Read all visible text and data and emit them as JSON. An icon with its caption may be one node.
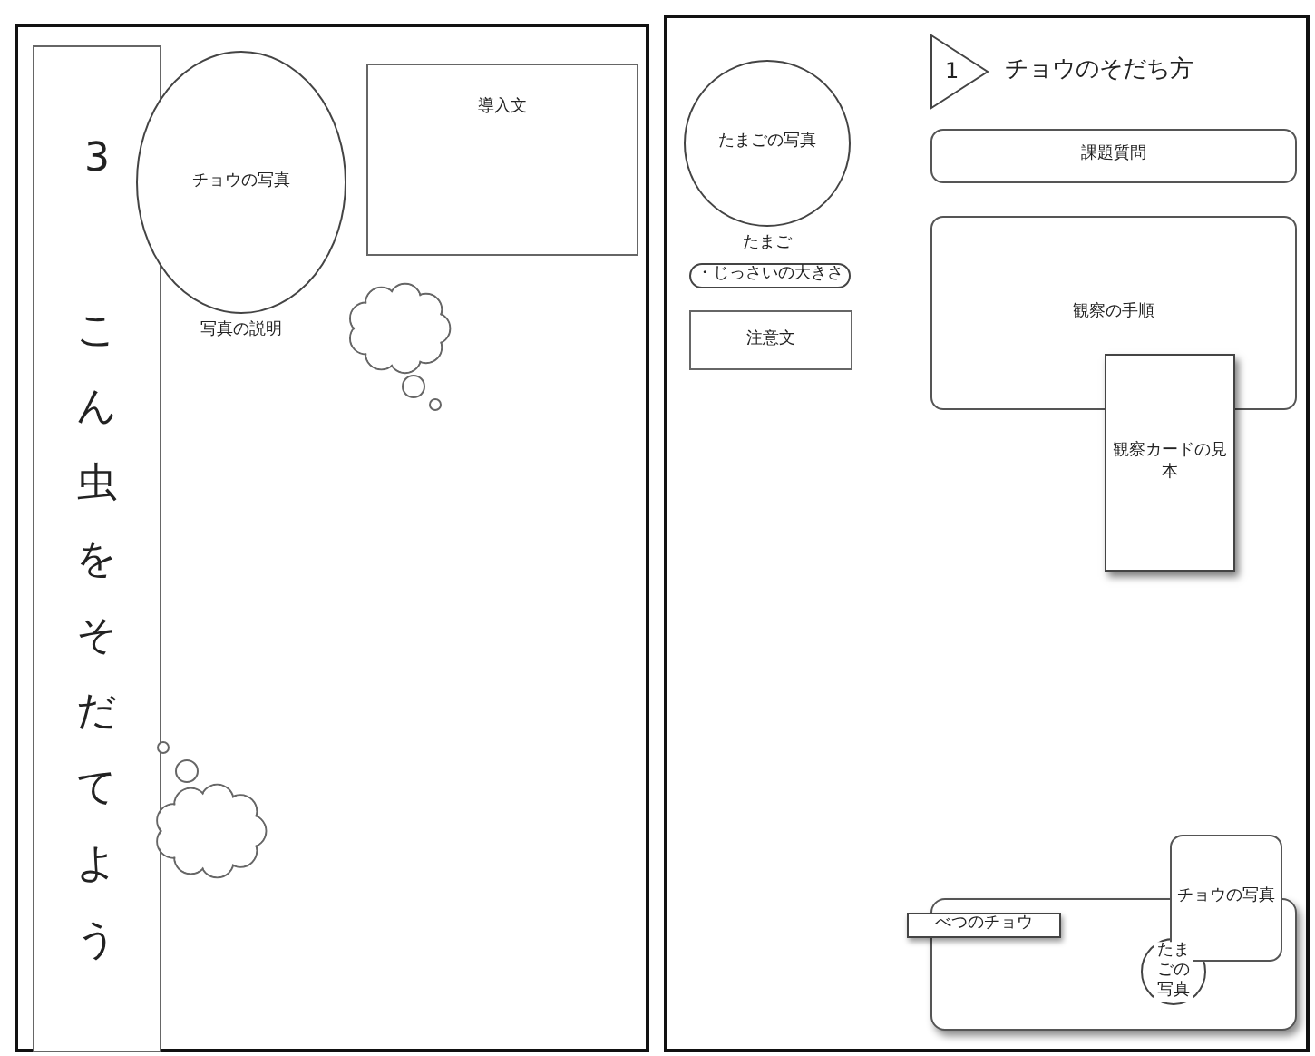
{
  "diagram": {
    "nodes": [
      {
        "text": [],
        "shape": "box"
      },
      {
        "text": [
          "3",
          "こん虫をそだてよう"
        ],
        "in": 0
      },
      {
        "text": [
          "チョウの写真"
        ],
        "beside": [
          "写真の説明"
        ],
        "in": 0
      },
      {
        "text": [
          "導入文"
        ],
        "in": 0
      },
      {
        "text": [],
        "shape": "cloud",
        "in": 0
      },
      {
        "text": [],
        "shape": "cloud",
        "in": 0
      },
      {
        "text": [],
        "shape": "box"
      },
      {
        "text": [
          "たまごの写真"
        ],
        "beside": [
          "たまご"
        ],
        "in": 6
      },
      {
        "text": [
          "・じっさいの大きさ"
        ],
        "in": 6
      },
      {
        "text": [
          "注意文"
        ],
        "in": 6
      },
      {
        "text": [
          "1"
        ],
        "beside": [
          "チョウのそだち方"
        ],
        "in": 6
      },
      {
        "text": [
          "課題質問"
        ],
        "in": 6
      },
      {
        "text": [
          "観察の手順"
        ],
        "in": 6
      },
      {
        "text": [
          "観察カードの見本"
        ],
        "in": 6
      },
      {
        "text": [],
        "shape": "box",
        "in": 6
      },
      {
        "text": [
          "べつのチョウ"
        ],
        "in": 6
      },
      {
        "text": [
          "チョウの写真"
        ],
        "in": 6
      },
      {
        "text": [
          "たまごの写真"
        ],
        "in": 14
      }
    ],
    "edges": []
  }
}
